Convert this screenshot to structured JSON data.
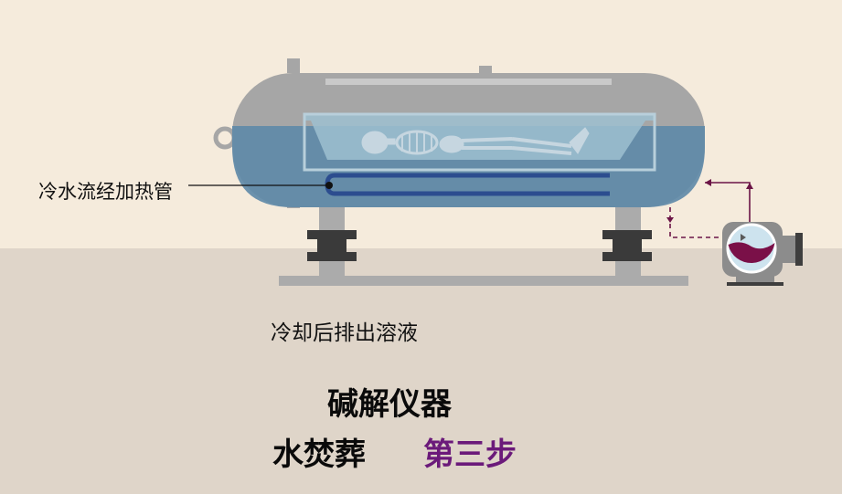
{
  "colors": {
    "background_top": "#f5ebdc",
    "background_bottom": "#dfd5c9",
    "tank_body": "#a6a6a6",
    "tank_shadow": "#8f8f8f",
    "water": "#5f8aa8",
    "heating_pipe": "#2c4d8f",
    "stand": "#ababab",
    "rubber_mount": "#3a3a3a",
    "pump_body": "#8c8c8c",
    "pump_liquid": "#7a1048",
    "flow_line": "#6b1446",
    "step_accent": "#6b1a7a"
  },
  "icons": {
    "skeleton": "skeleton-icon",
    "pump": "pump-icon"
  },
  "labels": {
    "heating_pipe": "冷水流经加热管",
    "drain": "冷却后排出溶液"
  },
  "title": {
    "line1": "碱解仪器",
    "line2": "水焚葬",
    "step": "第三步"
  }
}
